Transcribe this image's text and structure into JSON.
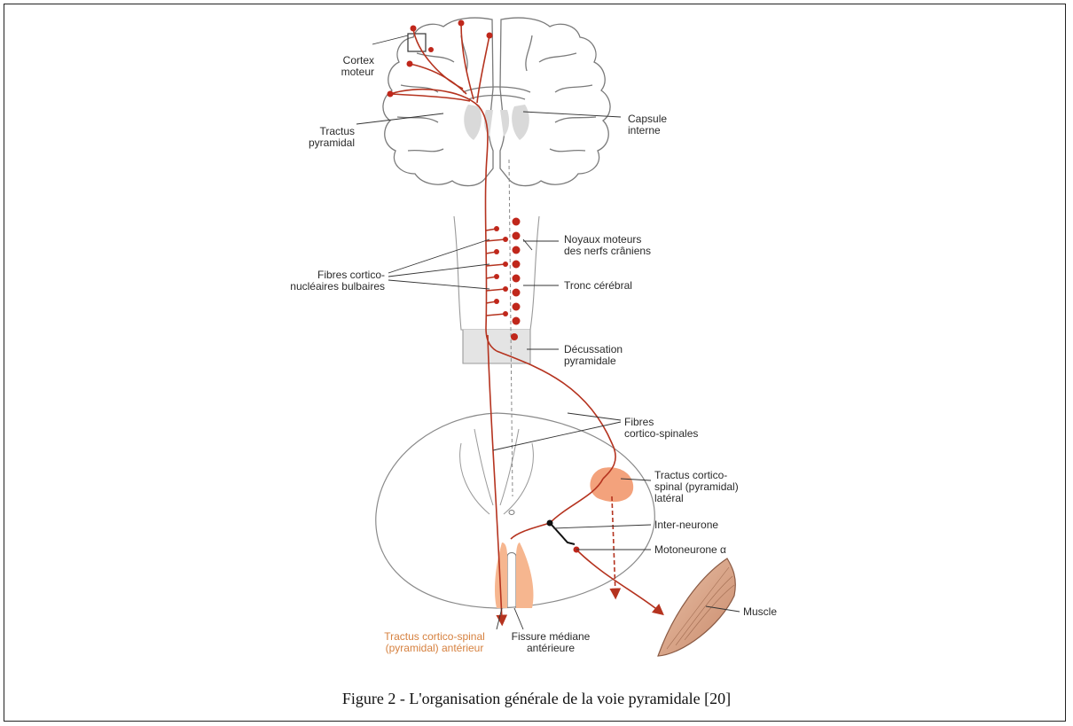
{
  "labels": {
    "cortex_moteur": [
      "Cortex",
      "moteur"
    ],
    "tractus_pyramidal": [
      "Tractus",
      "pyramidal"
    ],
    "capsule_interne": [
      "Capsule",
      "interne"
    ],
    "noyaux_moteurs": [
      "Noyaux moteurs",
      "des nerfs crâniens"
    ],
    "fibres_cortico_nucleaires": [
      "Fibres cortico-",
      "nucléaires bulbaires"
    ],
    "tronc_cerebral": "Tronc cérébral",
    "decussation": [
      "Décussation",
      "pyramidale"
    ],
    "fibres_cortico_spinales": [
      "Fibres",
      "cortico-spinales"
    ],
    "tractus_lateral": [
      "Tractus cortico-",
      "spinal (pyramidal)",
      "latéral"
    ],
    "inter_neurone": "Inter-neurone",
    "motoneurone": "Motoneurone α",
    "muscle": "Muscle",
    "tractus_anterieur": [
      "Tractus cortico-spinal",
      "(pyramidal) antérieur"
    ],
    "fissure_mediane": [
      "Fissure médiane",
      "antérieure"
    ]
  },
  "caption": "Figure 2 - L'organisation générale de la voie pyramidale [20]",
  "colors": {
    "pathway": "#b5331f",
    "neuron": "#c0271b",
    "tract_fill": "#f3a27c",
    "anterior_tract": "#f6b68f",
    "grey_matter": "#d9d9d9",
    "outline": "#8a8a8a",
    "label_text": "#2a2a2a",
    "anterior_label": "#d6813f"
  }
}
